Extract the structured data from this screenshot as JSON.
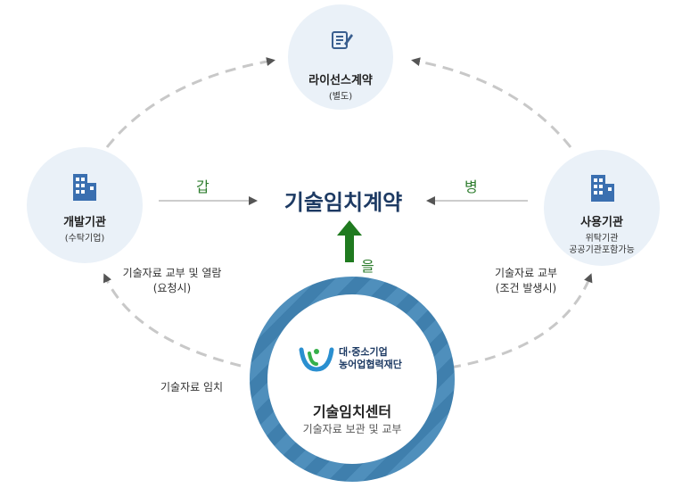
{
  "main_title": "기술임치계약",
  "parties": {
    "gap": "갑",
    "eul": "을",
    "byeong": "병"
  },
  "license": {
    "title": "라이선스계약",
    "sub": "(별도)",
    "icon": "document-edit-icon"
  },
  "developer": {
    "title": "개발기관",
    "sub": "(수탁기업)",
    "icon": "building-icon"
  },
  "user_org": {
    "title": "사용기관",
    "sub1": "위탁기관",
    "sub2": "공공기관포함가능",
    "icon": "building-icon"
  },
  "center": {
    "foundation_line1": "대·중소기업",
    "foundation_line2": "농어업협력재단",
    "title": "기술임치센터",
    "sub": "기술자료 보관 및 교부"
  },
  "captions": {
    "dev_line1": "기술자료 교부 및 열람",
    "dev_line2": "(요청시)",
    "user_line1": "기술자료 교부",
    "user_line2": "(조건 발생시)",
    "deposit": "기술자료 임치"
  },
  "colors": {
    "node_fill": "#eaf1f8",
    "title_navy": "#1d3a63",
    "party_green": "#2e7d2e",
    "ring_blue": "#4784b3",
    "dashed_gray": "#c8c8c8",
    "arrow_green": "#1f7a1f"
  }
}
